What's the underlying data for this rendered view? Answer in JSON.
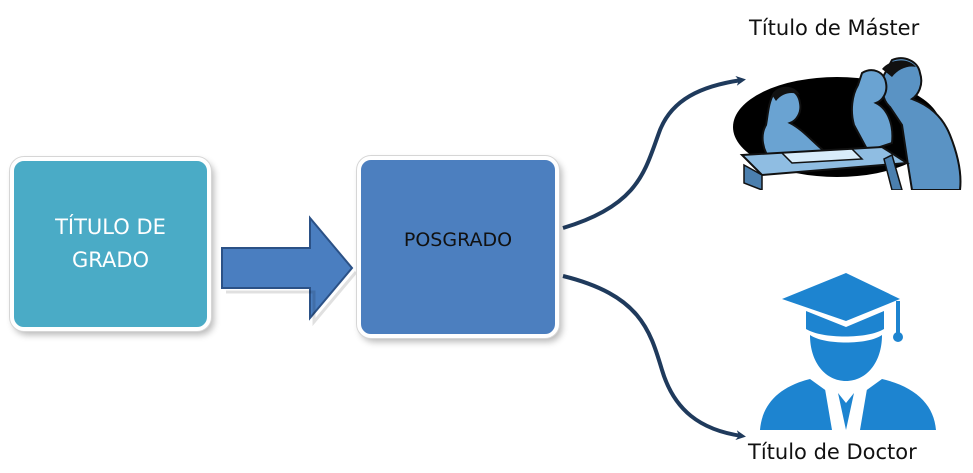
{
  "nodes": {
    "grado": {
      "label": "TÍTULO DE\nGRADO"
    },
    "posgrado": {
      "label": "POSGRADO"
    }
  },
  "outcomes": {
    "master": {
      "label": "Título de Máster",
      "image": "people-working-illustration"
    },
    "doctor": {
      "label": "Título de Doctor",
      "image": "graduate-icon"
    }
  },
  "colors": {
    "grado_fill": "#4aabc6",
    "posgrado_fill": "#4c7fbf",
    "arrow_fill": "#4a7ec0",
    "connector": "#1f3a5c",
    "graduate": "#1d84d0"
  }
}
